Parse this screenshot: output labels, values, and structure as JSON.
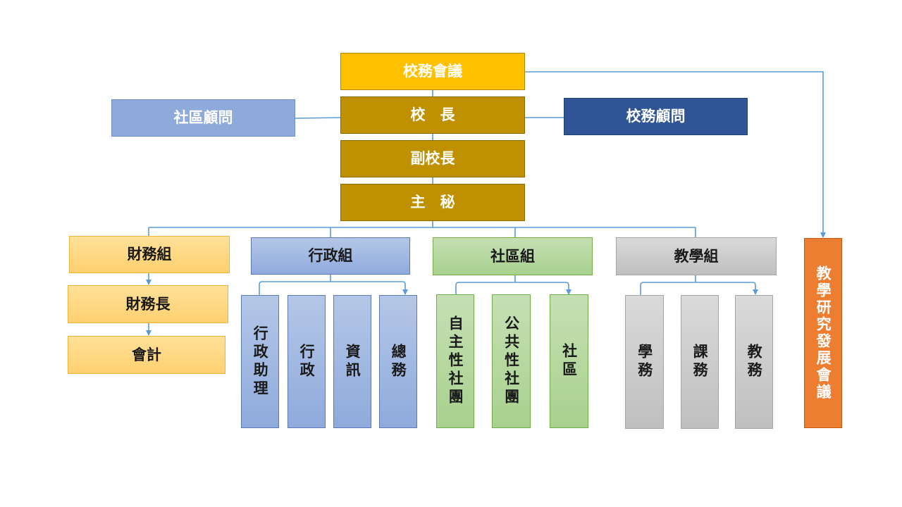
{
  "colors": {
    "connector": "#5b9bd5",
    "top": "#ffc000",
    "leadership": "#bf9000",
    "community_advisor": "#8eaadb",
    "school_advisor": "#2f5597",
    "finance": "#ffd966",
    "admin": "#8faadc",
    "community": "#a9d18e",
    "teaching": "#bfbfbf",
    "research": "#ed7d31"
  },
  "top": {
    "council": "校務會議",
    "principal": "校　長",
    "vice_principal": "副校長",
    "secretary": "主　秘",
    "community_advisor": "社區顧問",
    "school_advisor": "校務顧問"
  },
  "finance": {
    "group": "財務組",
    "officer": "財務長",
    "accounting": "會計"
  },
  "admin": {
    "group": "行政組",
    "units": [
      "行政助理",
      "行政",
      "資訊",
      "總務"
    ]
  },
  "community": {
    "group": "社區組",
    "units": [
      "自主性社團",
      "公共性社團",
      "社區"
    ]
  },
  "teaching": {
    "group": "教學組",
    "units": [
      "學務",
      "課務",
      "教務"
    ]
  },
  "research": {
    "council": "教學研究發展會議"
  }
}
